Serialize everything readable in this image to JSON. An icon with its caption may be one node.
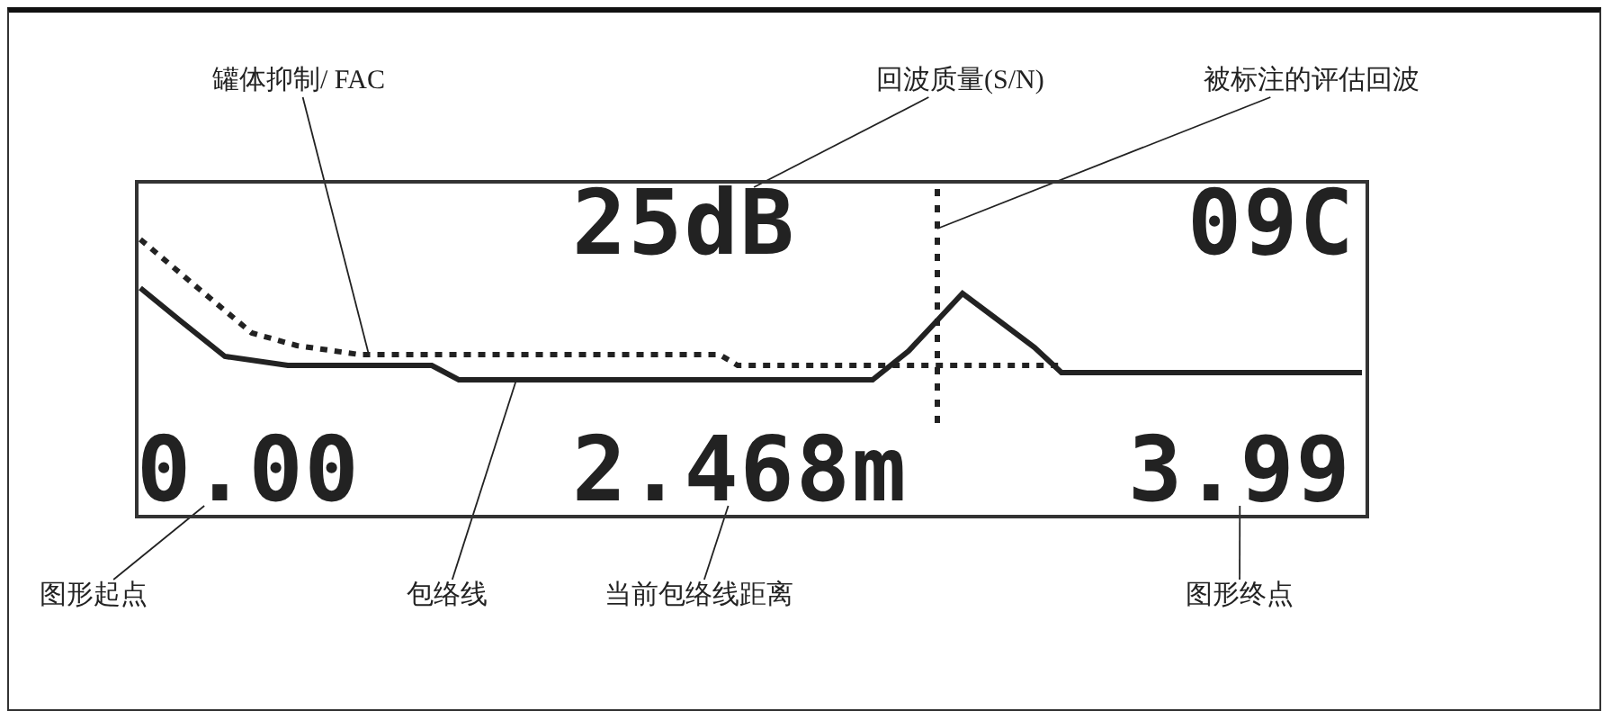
{
  "diagram": {
    "nodes": [
      {
        "text": [
          "罐体抑制/ FAC"
        ]
      },
      {
        "text": [
          "回波质量(S/N)"
        ]
      },
      {
        "text": [
          "被标注的评估回波"
        ]
      },
      {
        "text": [
          "图形起点"
        ]
      },
      {
        "text": [
          "包络线"
        ]
      },
      {
        "text": [
          "当前包络线距离"
        ]
      },
      {
        "text": [
          "图形终点"
        ]
      },
      {
        "text": [
          "09C"
        ]
      },
      {
        "text": [
          "25dB"
        ],
        "in": 7
      },
      {
        "text": [
          "0.00"
        ],
        "in": 7
      },
      {
        "text": [
          "2.468m"
        ],
        "in": 7
      },
      {
        "text": [
          "3.99"
        ],
        "in": 7
      },
      {
        "text": [],
        "shape": "line",
        "in": 7
      },
      {
        "text": [],
        "shape": "line",
        "in": 7
      },
      {
        "text": [],
        "shape": "line",
        "in": 7
      }
    ],
    "edges": [
      {
        "from": 0,
        "to": 12,
        "arrow": "none"
      },
      {
        "from": 1,
        "to": 8,
        "arrow": "none"
      },
      {
        "from": 2,
        "to": 13,
        "arrow": "none"
      },
      {
        "from": 3,
        "to": 9,
        "arrow": "none"
      },
      {
        "from": 4,
        "to": 14,
        "arrow": "none"
      },
      {
        "from": 5,
        "to": 10,
        "arrow": "none"
      },
      {
        "from": 6,
        "to": 11,
        "arrow": "none"
      }
    ]
  }
}
